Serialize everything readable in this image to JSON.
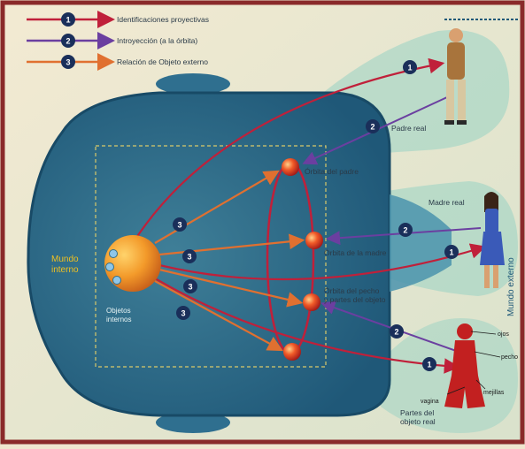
{
  "legend": [
    {
      "num": "1",
      "label": "Identificaciones proyectivas",
      "color": "#c0203a"
    },
    {
      "num": "2",
      "label": "Introyección (a la órbita)",
      "color": "#6b3fa0"
    },
    {
      "num": "3",
      "label": "Relación de Objeto externo",
      "color": "#e07030"
    }
  ],
  "inner_world": {
    "label_line1": "Mundo",
    "label_line2": "interno",
    "object_line1": "Objetos",
    "object_line2": "internos"
  },
  "orbits": [
    {
      "label": "Órbita del padre"
    },
    {
      "label": "Órbita de la madre"
    },
    {
      "label_line1": "Órbita del pecho",
      "label_line2": "y partes del objeto"
    }
  ],
  "external": {
    "world_label": "Mundo externo",
    "father": "Padre real",
    "mother": "Madre real",
    "parts_line1": "Partes del",
    "parts_line2": "objeto real",
    "body_parts": [
      "ojos",
      "pecho",
      "vagina",
      "mejillas"
    ]
  },
  "badges": {
    "one": "1",
    "two": "2",
    "three": "3"
  },
  "colors": {
    "frame": "#8a2a2a",
    "background": "#efe6cf",
    "head": "#2f6f8f",
    "head_light": "#4a93ad",
    "glow": "#9fd4c4",
    "projective": "#c0203a",
    "introjection": "#6b3fa0",
    "relation": "#e07030",
    "badge": "#1a2f5a",
    "inner_label": "#f0c020"
  }
}
